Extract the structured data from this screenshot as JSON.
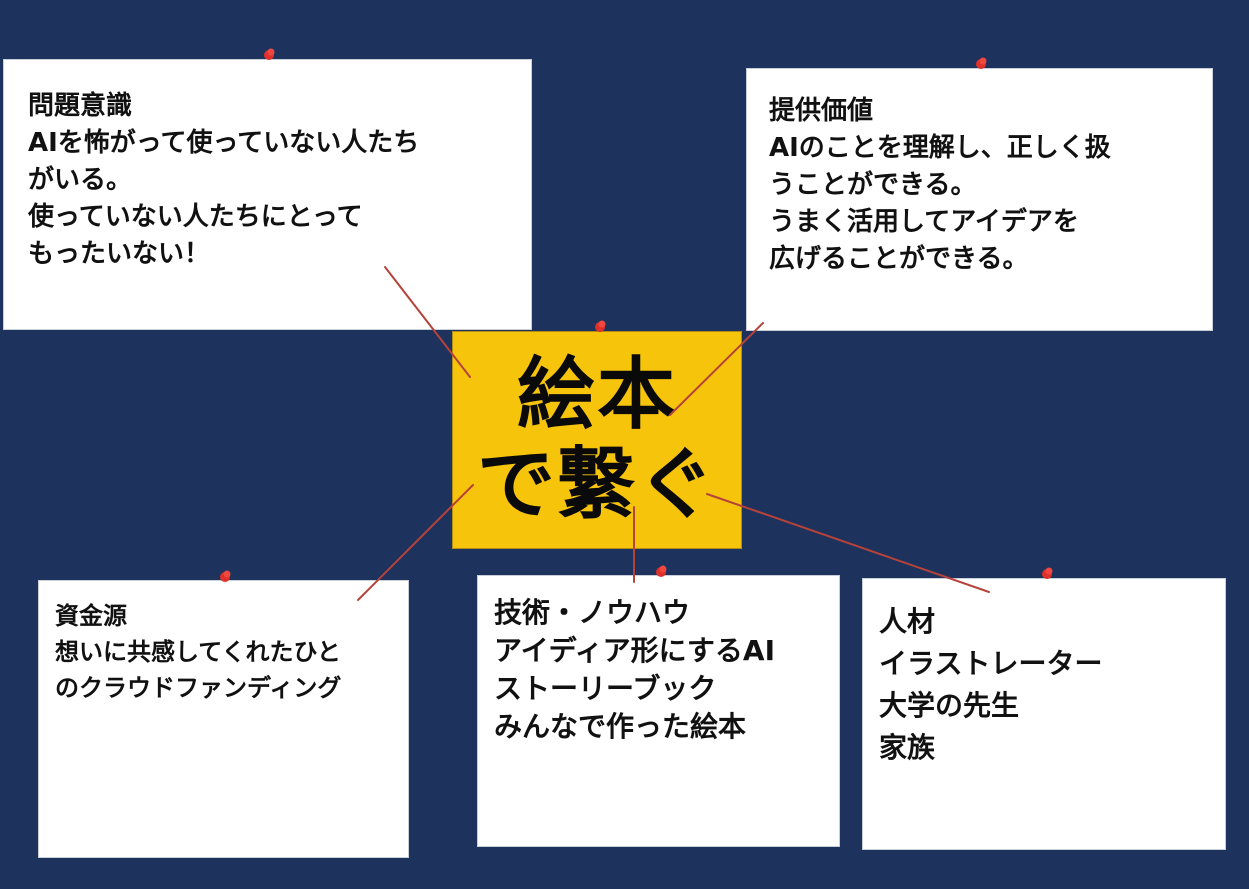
{
  "colors": {
    "background": "#1e325e",
    "card": "#ffffff",
    "center": "#f7c40c",
    "connector": "#b5433a",
    "pin": "#e0302a"
  },
  "center": {
    "line1": "絵本",
    "line2": "で繋ぐ"
  },
  "cards": {
    "problem": {
      "title": "問題意識",
      "lines": [
        "AIを怖がって使っていない人たち",
        "がいる。",
        "使っていない人たちにとって",
        "もったいない！"
      ]
    },
    "value": {
      "title": "提供価値",
      "lines": [
        "AIのことを理解し、正しく扱",
        "うことができる。",
        "うまく活用してアイデアを",
        "広げることができる。"
      ]
    },
    "funding": {
      "title": "資金源",
      "lines": [
        "想いに共感してくれたひと",
        "のクラウドファンディング"
      ]
    },
    "technology": {
      "title": "技術・ノウハウ",
      "lines": [
        "アイディア形にするAI",
        "ストーリーブック",
        "みんなで作った絵本"
      ]
    },
    "people": {
      "title": "人材",
      "lines": [
        "イラストレーター",
        "大学の先生",
        "家族"
      ]
    }
  }
}
